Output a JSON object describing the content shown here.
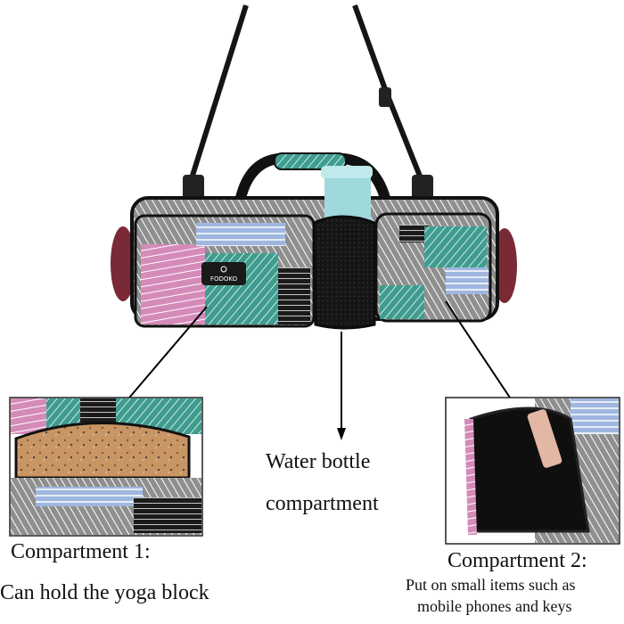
{
  "product": {
    "brand_logo_text": "FODOKO",
    "colors": {
      "pink": "#d58bb9",
      "teal": "#3e9d8f",
      "lavender": "#9fb7e0",
      "gray": "#8f8f8f",
      "black": "#111111",
      "bottle": "#9fd9dc",
      "mat": "#7a2a36",
      "cork": "#c89565"
    }
  },
  "callouts": {
    "water_bottle": {
      "line1": "Water bottle",
      "line2": "compartment"
    },
    "compartment_1": {
      "title": "Compartment 1:",
      "description": "Can hold the yoga block"
    },
    "compartment_2": {
      "title": "Compartment 2:",
      "description_line1": "Put on small items such as",
      "description_line2": "mobile phones and keys"
    }
  }
}
